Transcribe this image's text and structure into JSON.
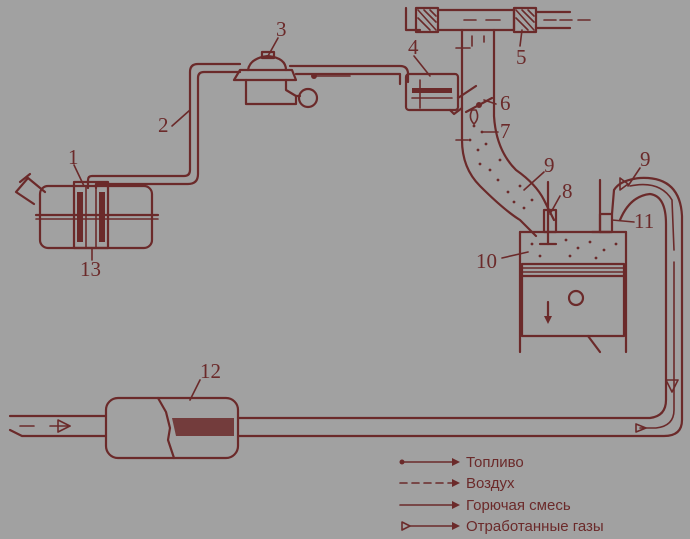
{
  "diagram": {
    "labels": [
      {
        "id": "1",
        "text": "1"
      },
      {
        "id": "2",
        "text": "2"
      },
      {
        "id": "3",
        "text": "3"
      },
      {
        "id": "4",
        "text": "4"
      },
      {
        "id": "5",
        "text": "5"
      },
      {
        "id": "6",
        "text": "6"
      },
      {
        "id": "7",
        "text": "7"
      },
      {
        "id": "8",
        "text": "8"
      },
      {
        "id": "9a",
        "text": "9"
      },
      {
        "id": "9b",
        "text": "9"
      },
      {
        "id": "10",
        "text": "10"
      },
      {
        "id": "11",
        "text": "11"
      },
      {
        "id": "12",
        "text": "12"
      },
      {
        "id": "13",
        "text": "13"
      }
    ],
    "legend": [
      {
        "key": "fuel",
        "text": "Топливо"
      },
      {
        "key": "air",
        "text": "Воздух"
      },
      {
        "key": "mixture",
        "text": "Горючая смесь"
      },
      {
        "key": "exhaust",
        "text": "Отработанные газы"
      }
    ],
    "colors": {
      "line": "#6b2a2a",
      "background": "#a1a1a1"
    }
  }
}
